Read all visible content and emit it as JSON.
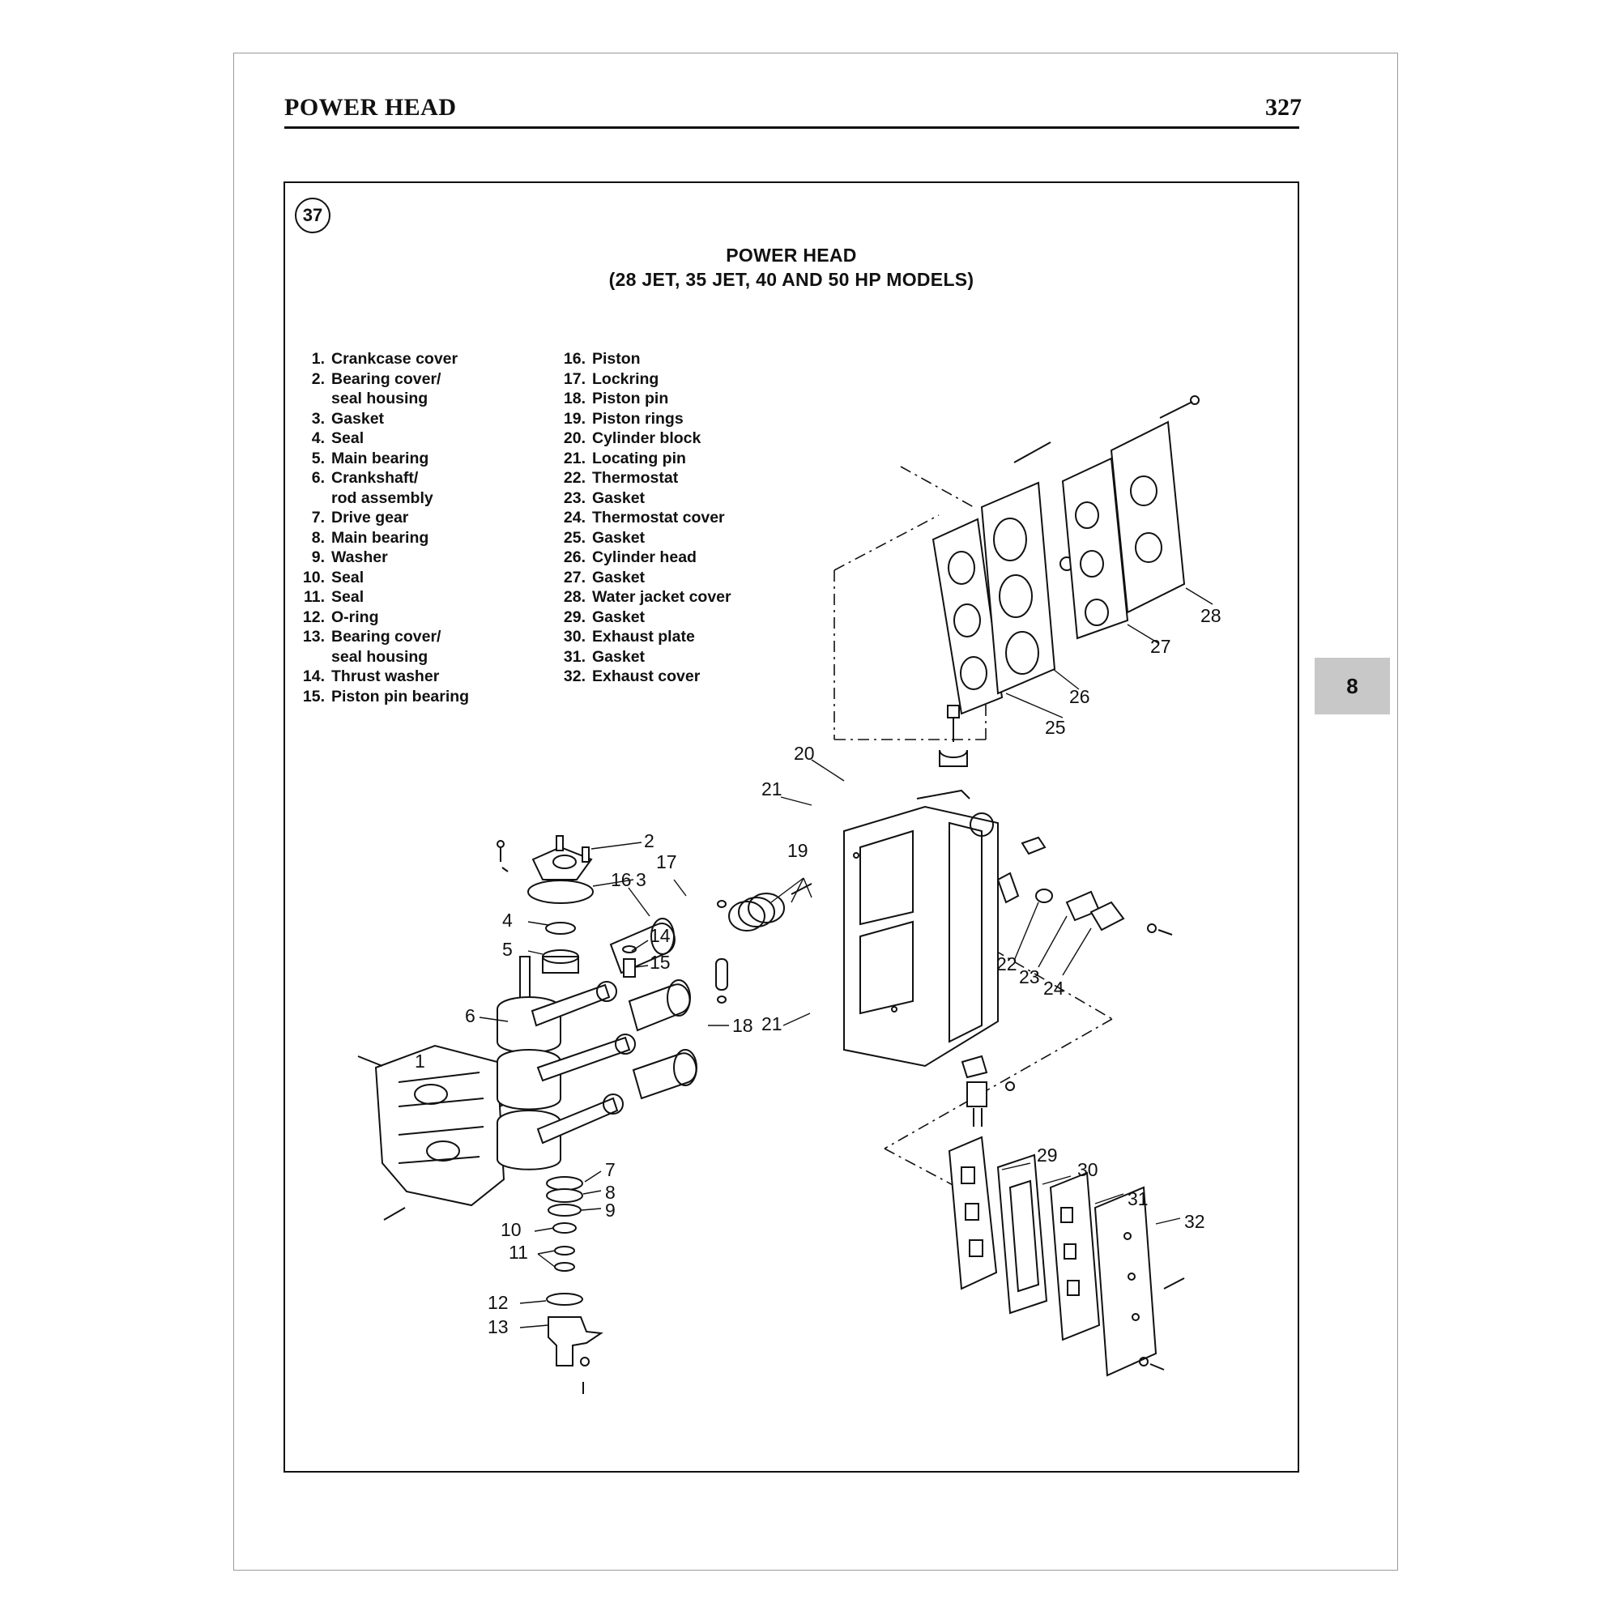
{
  "header": {
    "section_title": "POWER HEAD",
    "page_number": "327"
  },
  "side_tab": {
    "chapter": "8"
  },
  "figure": {
    "number": "37",
    "title_line1": "POWER HEAD",
    "title_line2": "(28 JET, 35 JET, 40 AND 50 HP MODELS)"
  },
  "legend_left": [
    {
      "num": "1.",
      "label": "Crankcase cover"
    },
    {
      "num": "2.",
      "label": "Bearing cover/"
    },
    {
      "num": "",
      "label": "seal housing"
    },
    {
      "num": "3.",
      "label": "Gasket"
    },
    {
      "num": "4.",
      "label": "Seal"
    },
    {
      "num": "5.",
      "label": "Main bearing"
    },
    {
      "num": "6.",
      "label": "Crankshaft/"
    },
    {
      "num": "",
      "label": "rod assembly"
    },
    {
      "num": "7.",
      "label": "Drive gear"
    },
    {
      "num": "8.",
      "label": "Main bearing"
    },
    {
      "num": "9.",
      "label": "Washer"
    },
    {
      "num": "10.",
      "label": "Seal"
    },
    {
      "num": "11.",
      "label": "Seal"
    },
    {
      "num": "12.",
      "label": "O-ring"
    },
    {
      "num": "13.",
      "label": "Bearing cover/"
    },
    {
      "num": "",
      "label": "seal housing"
    },
    {
      "num": "14.",
      "label": "Thrust washer"
    },
    {
      "num": "15.",
      "label": "Piston pin bearing"
    }
  ],
  "legend_right": [
    {
      "num": "16.",
      "label": "Piston"
    },
    {
      "num": "17.",
      "label": "Lockring"
    },
    {
      "num": "18.",
      "label": "Piston pin"
    },
    {
      "num": "19.",
      "label": "Piston rings"
    },
    {
      "num": "20.",
      "label": "Cylinder block"
    },
    {
      "num": "21.",
      "label": "Locating pin"
    },
    {
      "num": "22.",
      "label": "Thermostat"
    },
    {
      "num": "23.",
      "label": "Gasket"
    },
    {
      "num": "24.",
      "label": "Thermostat cover"
    },
    {
      "num": "25.",
      "label": "Gasket"
    },
    {
      "num": "26.",
      "label": "Cylinder head"
    },
    {
      "num": "27.",
      "label": "Gasket"
    },
    {
      "num": "28.",
      "label": "Water jacket cover"
    },
    {
      "num": "29.",
      "label": "Gasket"
    },
    {
      "num": "30.",
      "label": "Exhaust plate"
    },
    {
      "num": "31.",
      "label": "Gasket"
    },
    {
      "num": "32.",
      "label": "Exhaust cover"
    }
  ],
  "callouts": {
    "c1": "1",
    "c2": "2",
    "c3": "3",
    "c4": "4",
    "c5": "5",
    "c6": "6",
    "c7": "7",
    "c8": "8",
    "c9": "9",
    "c10": "10",
    "c11": "11",
    "c12": "12",
    "c13": "13",
    "c14": "14",
    "c15": "15",
    "c16": "16",
    "c17": "17",
    "c18": "18",
    "c19": "19",
    "c20": "20",
    "c21a": "21",
    "c21b": "21",
    "c22": "22",
    "c23": "23",
    "c24": "24",
    "c25": "25",
    "c26": "26",
    "c27": "27",
    "c28": "28",
    "c29": "29",
    "c30": "30",
    "c31": "31",
    "c32": "32"
  }
}
